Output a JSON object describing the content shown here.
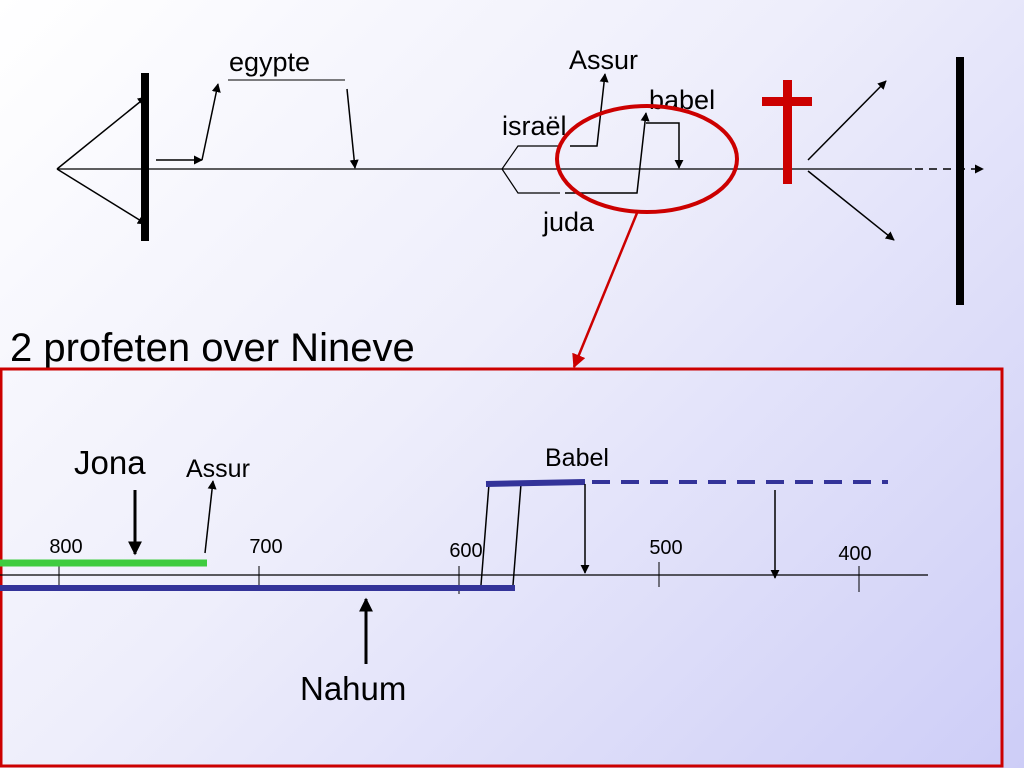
{
  "slide": {
    "title": "2 profeten over Nineve"
  },
  "overview": {
    "labels": {
      "egypte": "egypte",
      "assur": "Assur",
      "babel": "babel",
      "israel": "israël",
      "juda": "juda"
    },
    "colors": {
      "cross": "#cc0000",
      "highlight": "#cc0000"
    }
  },
  "detail": {
    "labels": {
      "jona": "Jona",
      "assur": "Assur",
      "babel": "Babel",
      "nahum": "Nahum"
    },
    "axis_ticks": [
      {
        "label": "800",
        "value": 800
      },
      {
        "label": "700",
        "value": 700
      },
      {
        "label": "600",
        "value": 600
      },
      {
        "label": "500",
        "value": 500
      },
      {
        "label": "400",
        "value": 400
      }
    ],
    "colors": {
      "jona_bar": "#3fcc3f",
      "nahum_bar": "#333399",
      "frame": "#cc0000"
    }
  }
}
